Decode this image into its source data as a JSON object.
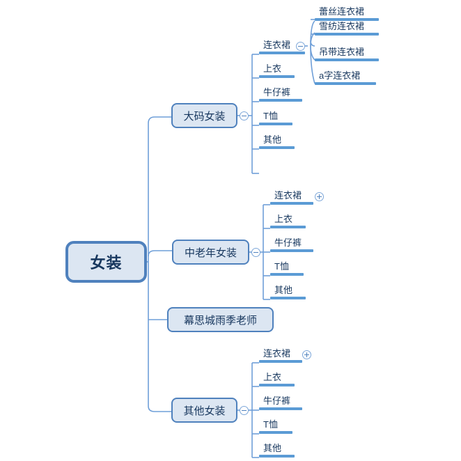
{
  "diagram": {
    "type": "mind-map",
    "title": "女装",
    "colors": {
      "node_fill": "#dce6f2",
      "node_border": "#4f81bd",
      "rule": "#5b9bd5",
      "connector": "#6f9fd8",
      "text": "#17375e",
      "background": "#ffffff"
    }
  },
  "root": {
    "label": "女装"
  },
  "branches": [
    {
      "label": "大码女装",
      "toggle": "collapse-icon",
      "children": [
        {
          "label": "连衣裙",
          "toggle": "collapse-icon",
          "children": [
            {
              "label": "蕾丝连衣裙"
            },
            {
              "label": "雪纺连衣裙"
            },
            {
              "label": "吊带连衣裙"
            },
            {
              "label": "a字连衣裙"
            }
          ]
        },
        {
          "label": "上衣"
        },
        {
          "label": "牛仔裤"
        },
        {
          "label": "T恤"
        },
        {
          "label": "其他"
        }
      ]
    },
    {
      "label": "中老年女装",
      "toggle": "collapse-icon",
      "children": [
        {
          "label": "连衣裙",
          "toggle": "expand-icon"
        },
        {
          "label": "上衣"
        },
        {
          "label": "牛仔裤"
        },
        {
          "label": "T恤"
        },
        {
          "label": "其他"
        }
      ]
    },
    {
      "label": "幕思城雨季老师",
      "children": []
    },
    {
      "label": "其他女装",
      "toggle": "collapse-icon",
      "children": [
        {
          "label": "连衣裙",
          "toggle": "expand-icon"
        },
        {
          "label": "上衣"
        },
        {
          "label": "牛仔裤"
        },
        {
          "label": "T恤"
        },
        {
          "label": "其他"
        }
      ]
    }
  ]
}
